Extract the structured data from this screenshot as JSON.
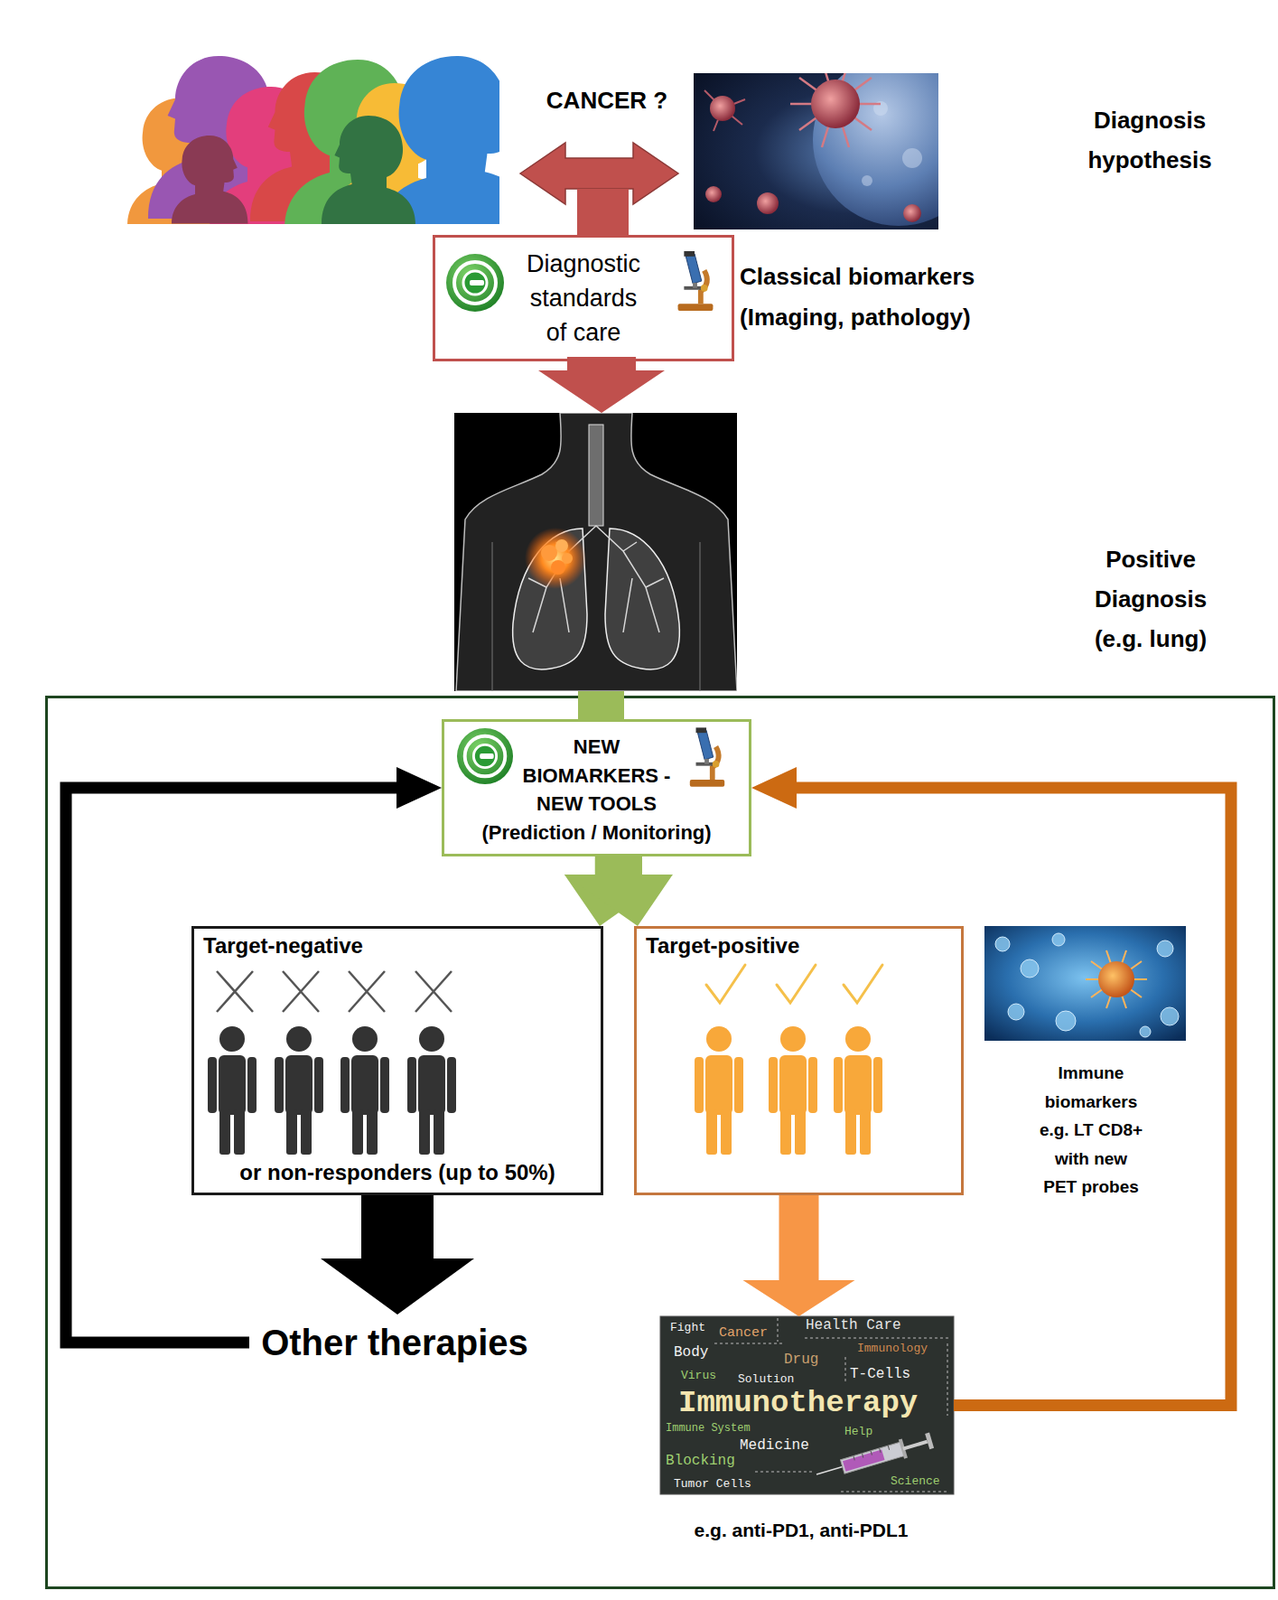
{
  "diagram": {
    "nodes": [
      {
        "text": [
          "Diagnostic standards of care"
        ]
      },
      {
        "text": [
          "NEW BIOMARKERS - NEW TOOLS",
          "(Prediction / Monitoring)"
        ]
      },
      {
        "text": [
          "Target-negative",
          "or non-responders (up to 50%)"
        ]
      },
      {
        "text": [
          "Target-positive"
        ]
      },
      {
        "text": [
          "Other therapies"
        ]
      },
      {
        "text": [
          "Fight",
          "Cancer",
          "Health Care",
          "Body",
          "Drug",
          "Immunology",
          "Virus",
          "Solution",
          "T-Cells",
          "Immunotherapy",
          "Immune System",
          "Help",
          "Medicine",
          "Blocking",
          "Tumor Cells",
          "Science"
        ]
      }
    ],
    "edges": [
      {
        "from": 1,
        "to": 2,
        "arrow": "to"
      },
      {
        "from": 1,
        "to": 3,
        "arrow": "to"
      },
      {
        "from": 2,
        "to": 4,
        "arrow": "to"
      },
      {
        "from": 4,
        "to": 1,
        "arrow": "to"
      },
      {
        "from": 3,
        "to": 5,
        "arrow": "to"
      },
      {
        "from": 5,
        "to": 1,
        "arrow": "to"
      }
    ],
    "labels": [
      "CANCER ?",
      "Diagnosis hypothesis",
      "Classical biomarkers (Imaging, pathology)",
      "Positive Diagnosis (e.g. lung)",
      "Immune biomarkers e.g. LT CD8+ with new PET probes",
      "e.g. anti-PD1, anti-PDL1"
    ]
  }
}
